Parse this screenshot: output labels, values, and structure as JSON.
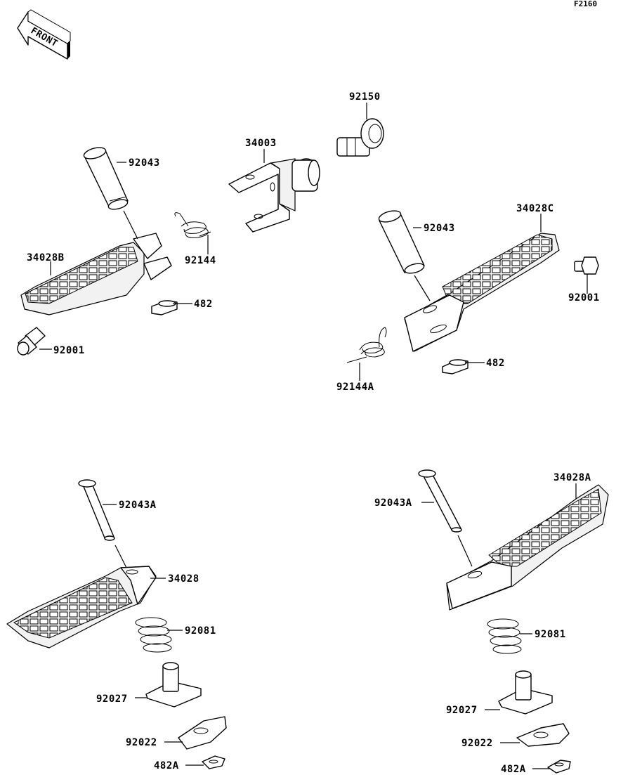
{
  "diagram_code": "F2160",
  "front_label": "FRONT",
  "callouts": {
    "a_92043": "92043",
    "a_34028B": "34028B",
    "a_92001": "92001",
    "a_92144": "92144",
    "a_482": "482",
    "b_34003": "34003",
    "b_92150": "92150",
    "c_92043": "92043",
    "c_34028C": "34028C",
    "c_92001": "92001",
    "c_92144A": "92144A",
    "c_482": "482",
    "d_92043A": "92043A",
    "d_34028": "34028",
    "d_92081": "92081",
    "d_92027": "92027",
    "d_92022": "92022",
    "d_482A": "482A",
    "e_92043A": "92043A",
    "e_34028A": "34028A",
    "e_92081": "92081",
    "e_92027": "92027",
    "e_92022": "92022",
    "e_482A": "482A"
  }
}
